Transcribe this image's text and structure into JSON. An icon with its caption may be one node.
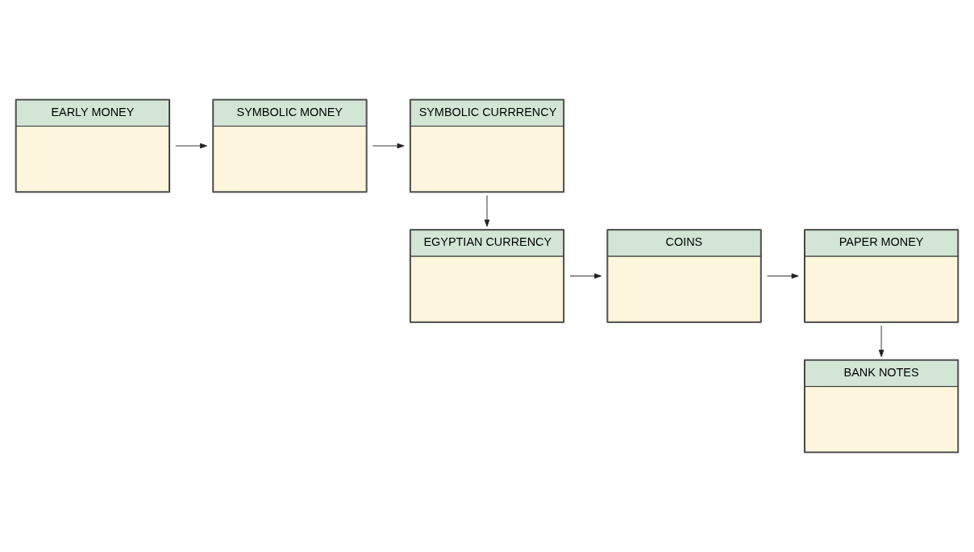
{
  "diagram": {
    "nodes": [
      {
        "text": [
          "EARLY MONEY"
        ]
      },
      {
        "text": [
          "SYMBOLIC MONEY"
        ]
      },
      {
        "text": [
          "SYMBOLIC CURRRENCY"
        ]
      },
      {
        "text": [
          "PAPER MONEY"
        ]
      },
      {
        "text": [
          "COINS"
        ]
      },
      {
        "text": [
          "EGYPTIAN CURRENCY"
        ]
      },
      {
        "text": [
          "BANK NOTES"
        ]
      }
    ],
    "edges": [
      {
        "from": 0,
        "to": 1,
        "arrow": "to"
      },
      {
        "from": 1,
        "to": 2,
        "arrow": "to"
      },
      {
        "from": 2,
        "to": 5,
        "arrow": "to"
      },
      {
        "from": 5,
        "to": 4,
        "arrow": "to"
      },
      {
        "from": 4,
        "to": 3,
        "arrow": "to"
      },
      {
        "from": 3,
        "to": 6,
        "arrow": "to"
      }
    ]
  }
}
